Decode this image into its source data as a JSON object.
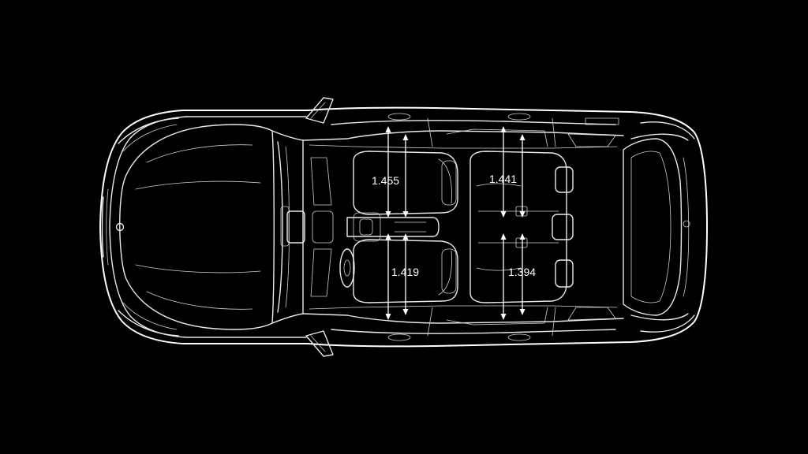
{
  "measurements": {
    "front_headroom": "1.455",
    "rear_headroom": "1.441",
    "front_shoulder": "1.419",
    "rear_shoulder": "1.394"
  },
  "colors": {
    "background": "#000000",
    "line": "#e9e9e9"
  }
}
